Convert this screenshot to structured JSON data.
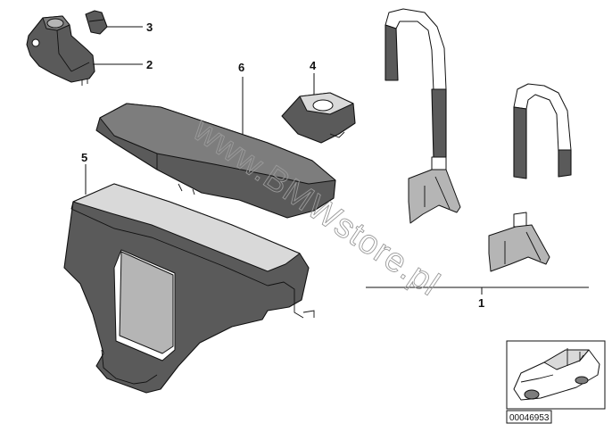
{
  "callouts": {
    "c1": "1",
    "c2": "2",
    "c3": "3",
    "c4": "4",
    "c5": "5",
    "c6": "6"
  },
  "watermark": "www.BMWstore.pl",
  "reference_code": "00046953"
}
